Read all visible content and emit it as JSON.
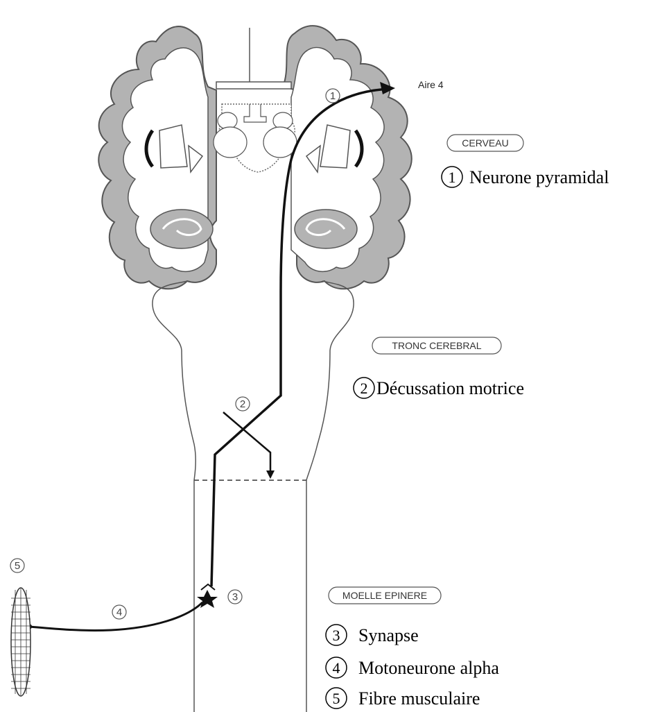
{
  "regions": {
    "cerveau": "CERVEAU",
    "tronc": "TRONC CEREBRAL",
    "moelle": "MOELLE EPINERE"
  },
  "area_label": "Aire 4",
  "markers": [
    "1",
    "2",
    "3",
    "4",
    "5"
  ],
  "legend": [
    {
      "num": "1",
      "text": "Neurone pyramidal"
    },
    {
      "num": "2",
      "text": "Décussation motrice"
    },
    {
      "num": "3",
      "text": "Synapse"
    },
    {
      "num": "4",
      "text": "Motoneurone alpha"
    },
    {
      "num": "5",
      "text": "Fibre musculaire"
    }
  ],
  "colors": {
    "cortex_fill": "#b3b3b3",
    "outline": "#555555",
    "pathway": "#111111"
  }
}
